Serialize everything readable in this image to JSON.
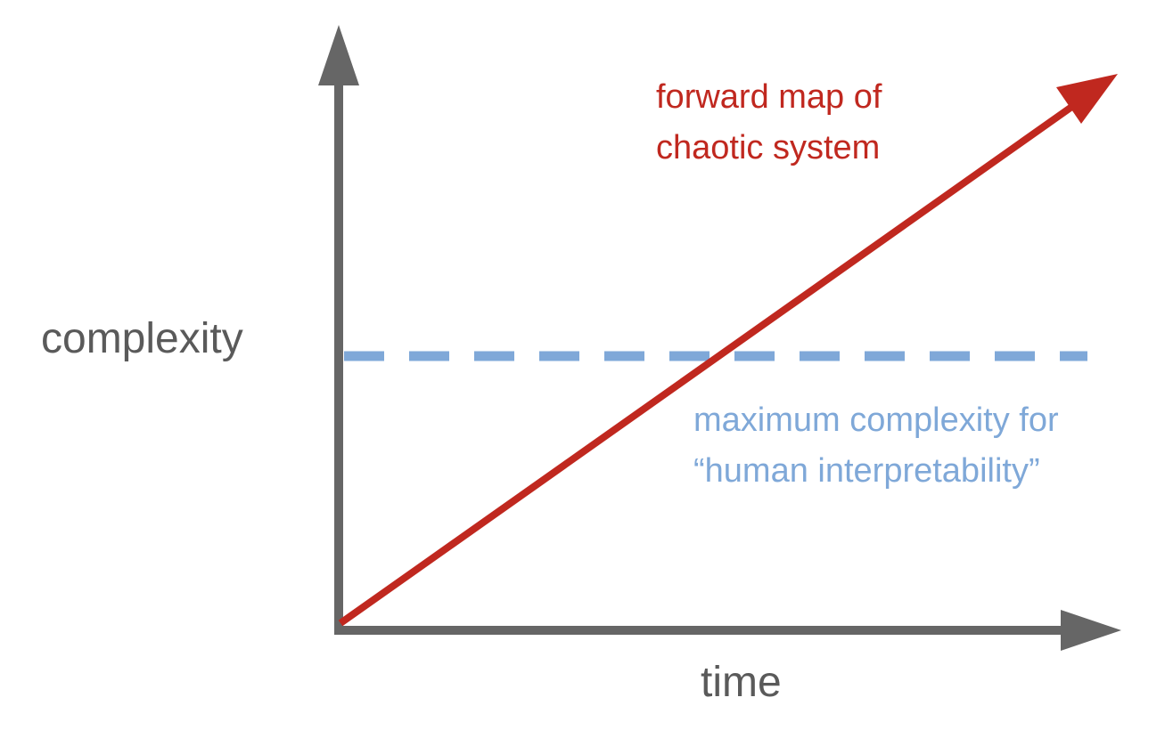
{
  "axes": {
    "y_label": "complexity",
    "x_label": "time"
  },
  "forward_map": {
    "label_line1": "forward map of",
    "label_line2": "chaotic system"
  },
  "threshold": {
    "label_line1": "maximum complexity for",
    "label_line2": "“human interpretability”"
  },
  "colors": {
    "axis": "#666666",
    "forward_map": "#c0281f",
    "threshold": "#7fa8d8"
  }
}
